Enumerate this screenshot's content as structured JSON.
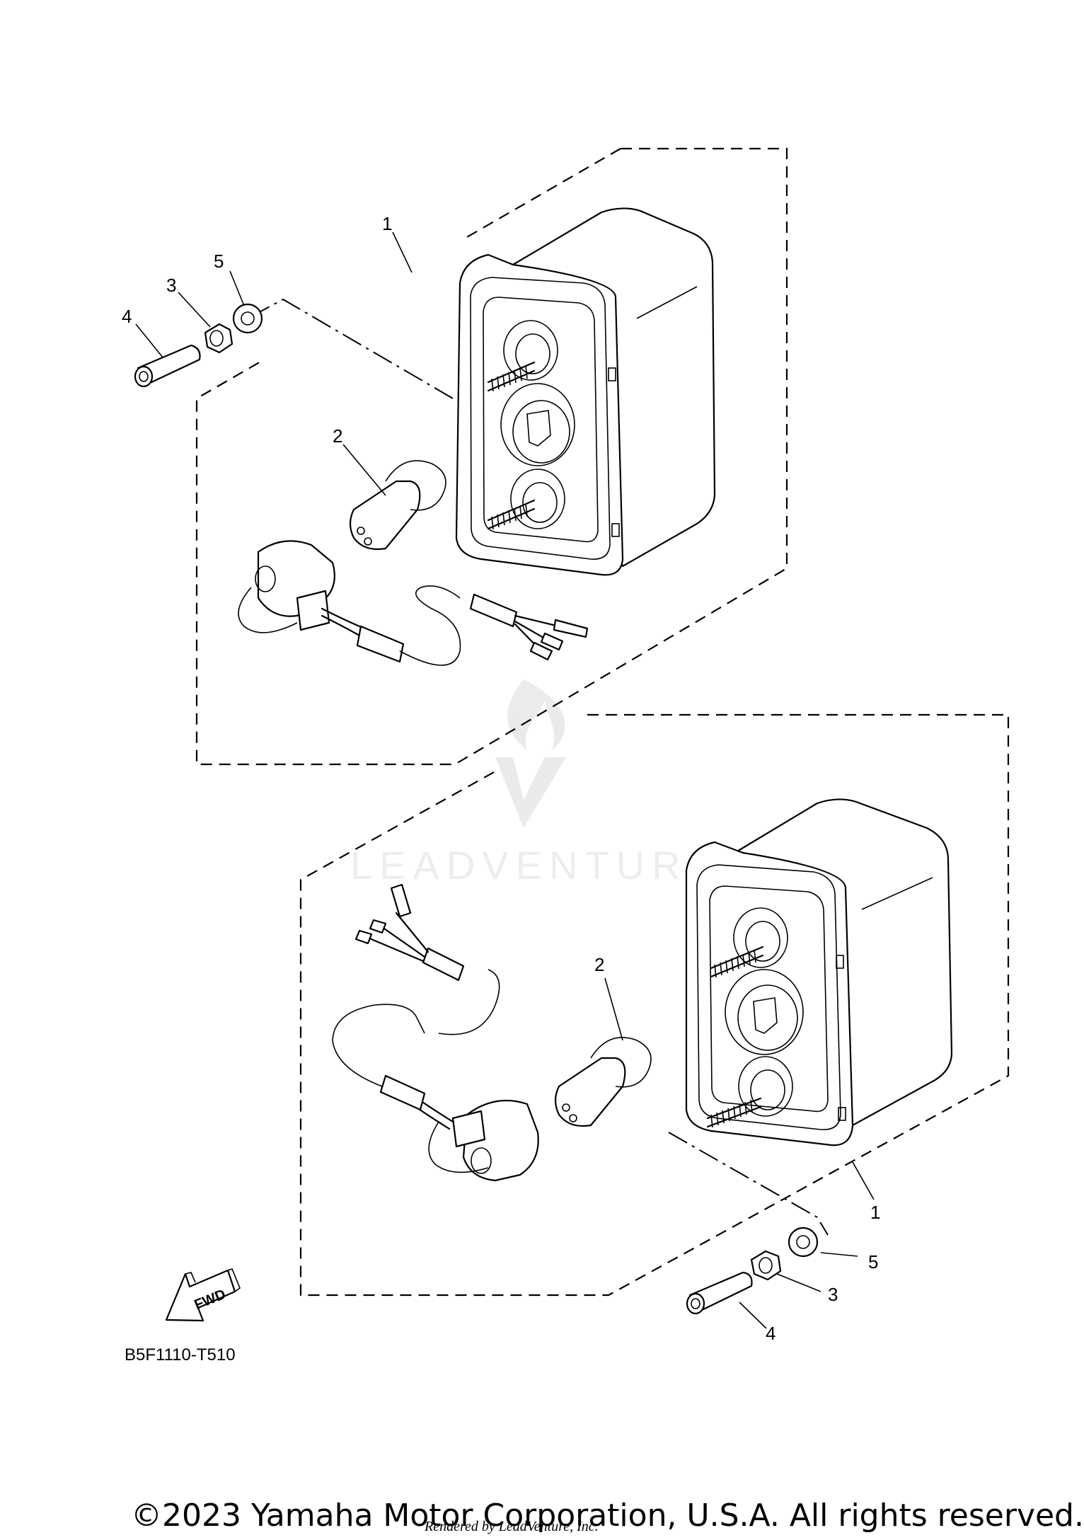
{
  "callouts": {
    "upper": {
      "p1": "1",
      "p2": "2",
      "p3": "3",
      "p4": "4",
      "p5": "5"
    },
    "lower": {
      "p1": "1",
      "p2": "2",
      "p3": "3",
      "p4": "4",
      "p5": "5"
    }
  },
  "fwd_label": "FWD",
  "diagram_code": "B5F1110-T510",
  "watermark": "LEADVENTURE",
  "copyright": "©2023 Yamaha Motor Corporation, U.S.A. All rights reserved.",
  "rendered_by": "Rendered by LeadVenture, Inc."
}
